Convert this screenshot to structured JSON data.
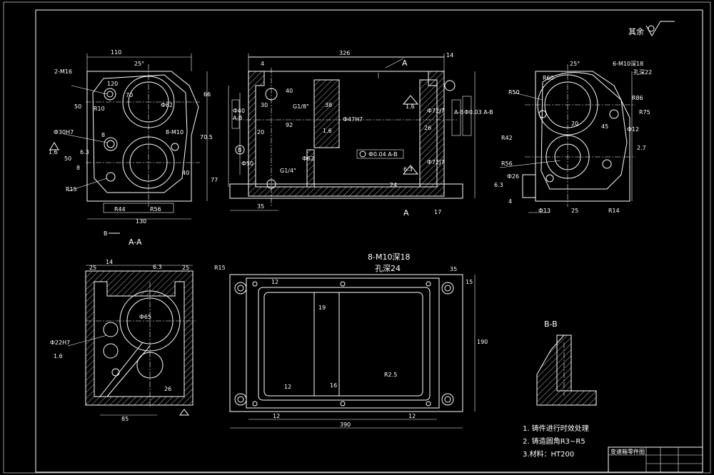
{
  "roughness_note": "其余",
  "views": {
    "aa": {
      "label": "A-A",
      "dims": [
        "110",
        "25°",
        "2-M16",
        "70",
        "50",
        "Ф62",
        "R10",
        "Ф30H7",
        "8",
        "8-M10",
        "120",
        "50",
        "R15",
        "R44",
        "R56",
        "130",
        "77",
        "70.5",
        "66",
        "40",
        "8",
        "1.6",
        "6.3"
      ],
      "section_marker": "B"
    },
    "front": {
      "dims": [
        "326",
        "4",
        "14",
        "40",
        "30",
        "38",
        "G1/8\"",
        "92",
        "20",
        "Ф40",
        "Ф50",
        "Ф47H7",
        "1.6",
        "Ф62",
        "Ф0.04 A-B",
        "G1/4\"",
        "26",
        "Ф72J7",
        "Ф72J7",
        "24",
        "17",
        "35",
        "1.6",
        "6.3",
        "A-B",
        "Ф0.03 A-B",
        "A-B"
      ],
      "section_letter_top": "A",
      "section_letter_bottom": "A",
      "datum": "B"
    },
    "right": {
      "dims": [
        "25°",
        "6-M10深18",
        "孔深22",
        "R60",
        "R50",
        "R86",
        "R75",
        "20",
        "45",
        "R42",
        "Ф12",
        "R56",
        "Ф26",
        "2.7",
        "6.3",
        "4",
        "Ф13",
        "25",
        "R14"
      ]
    },
    "bottom_left": {
      "dims": [
        "25",
        "14",
        "6.3",
        "25",
        "Ф22H7",
        "Ф65",
        "1.6",
        "26",
        "85"
      ]
    },
    "bottom_mid": {
      "dims": [
        "R15",
        "8-M10深18",
        "孔深24",
        "12",
        "35",
        "15",
        "19",
        "190",
        "R2.5",
        "12",
        "16",
        "12",
        "12",
        "390"
      ]
    },
    "section_bb": {
      "label": "B-B"
    }
  },
  "notes": [
    "1. 铸件进行时效处理",
    "2. 铸造圆角R3~R5",
    "3.材料：HT200"
  ],
  "title_block": {
    "name": "变速箱零件图"
  }
}
